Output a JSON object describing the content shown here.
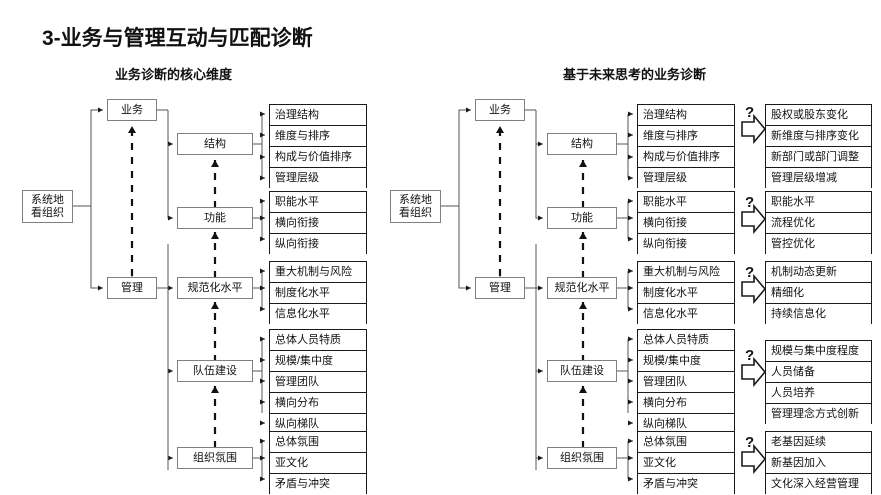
{
  "page": {
    "title": "3-业务与管理互动与匹配诊断",
    "background": "#ffffff",
    "box_border_color": "#808080",
    "leaf_border_color": "#1a1a1a",
    "text_color": "#111111"
  },
  "panels": [
    {
      "id": "left",
      "title": "业务诊断的核心维度",
      "root": "系统地\n看组织",
      "root_line1": "系统地",
      "root_line2": "看组织",
      "level1": [
        "业务",
        "管理"
      ],
      "level2": [
        "结构",
        "功能",
        "规范化水平",
        "队伍建设",
        "组织氛围"
      ],
      "groups": [
        {
          "parent": "结构",
          "leaves": [
            "治理结构",
            "维度与排序",
            "构成与价值排序",
            "管理层级"
          ]
        },
        {
          "parent": "功能",
          "leaves": [
            "职能水平",
            "横向衔接",
            "纵向衔接"
          ]
        },
        {
          "parent": "规范化水平",
          "leaves": [
            "重大机制与风险",
            "制度化水平",
            "信息化水平"
          ]
        },
        {
          "parent": "队伍建设",
          "leaves": [
            "总体人员特质",
            "规模/集中度",
            "管理团队",
            "横向分布",
            "纵向梯队"
          ]
        },
        {
          "parent": "组织氛围",
          "leaves": [
            "总体氛围",
            "亚文化",
            "矛盾与冲突"
          ]
        }
      ]
    },
    {
      "id": "right",
      "title": "基于未来思考的业务诊断",
      "root_line1": "系统地",
      "root_line2": "看组织",
      "level1": [
        "业务",
        "管理"
      ],
      "level2": [
        "结构",
        "功能",
        "规范化水平",
        "队伍建设",
        "组织氛围"
      ],
      "groups": [
        {
          "parent": "结构",
          "leaves": [
            "治理结构",
            "维度与排序",
            "构成与价值排序",
            "管理层级"
          ],
          "connector": "?",
          "outcomes": [
            "股权或股东变化",
            "新维度与排序变化",
            "新部门或部门调整",
            "管理层级增减"
          ]
        },
        {
          "parent": "功能",
          "leaves": [
            "职能水平",
            "横向衔接",
            "纵向衔接"
          ],
          "connector": "?",
          "outcomes": [
            "职能水平",
            "流程优化",
            "管控优化"
          ]
        },
        {
          "parent": "规范化水平",
          "leaves": [
            "重大机制与风险",
            "制度化水平",
            "信息化水平"
          ],
          "connector": "?",
          "outcomes": [
            "机制动态更新",
            "精细化",
            "持续信息化"
          ]
        },
        {
          "parent": "队伍建设",
          "leaves": [
            "总体人员特质",
            "规模/集中度",
            "管理团队",
            "横向分布",
            "纵向梯队"
          ],
          "connector": "?",
          "outcomes": [
            "规模与集中度程度",
            "人员储备",
            "人员培养",
            "管理理念方式创新"
          ]
        },
        {
          "parent": "组织氛围",
          "leaves": [
            "总体氛围",
            "亚文化",
            "矛盾与冲突"
          ],
          "connector": "?",
          "outcomes": [
            "老基因延续",
            "新基因加入",
            "文化深入经营管理"
          ]
        }
      ]
    }
  ]
}
